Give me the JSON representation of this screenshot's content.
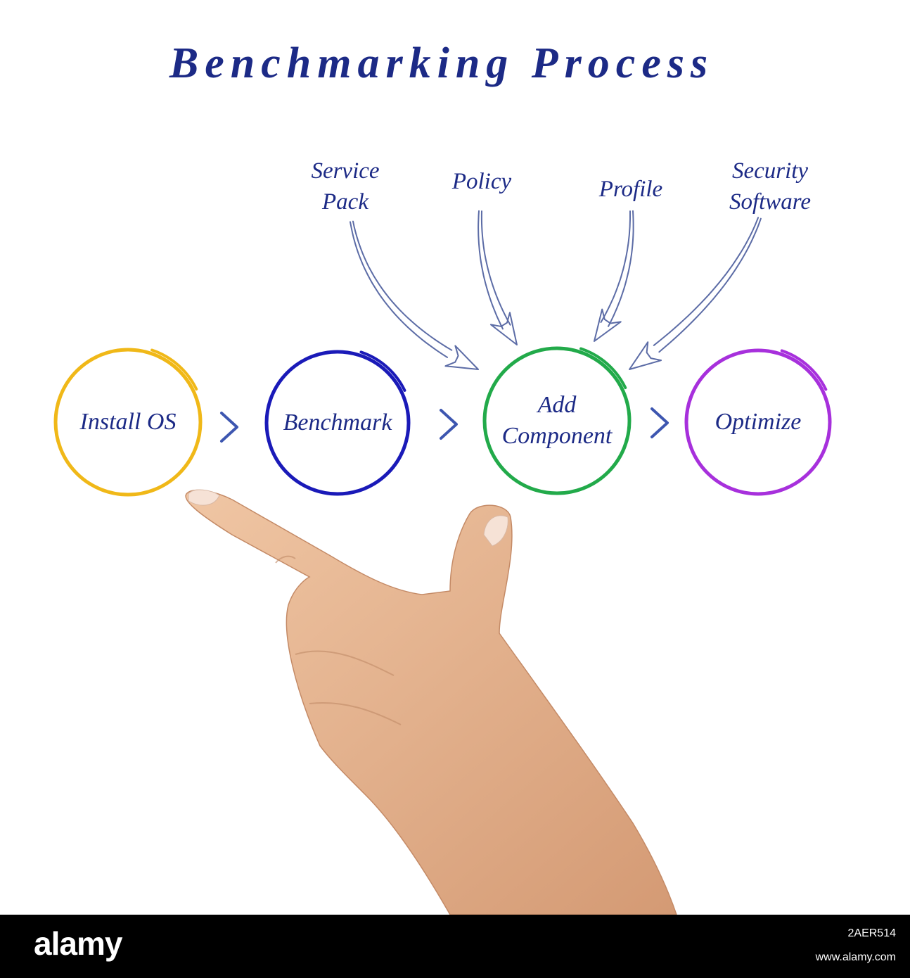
{
  "title": "Benchmarking Process",
  "colors": {
    "title": "#1c2a86",
    "label": "#1c2a86",
    "chevron": "#3d56b0",
    "arrow": "#5c6ca6",
    "skin": "#e3b08c"
  },
  "steps": [
    {
      "label_lines": [
        "Install OS"
      ],
      "color": "#f0b818"
    },
    {
      "label_lines": [
        "Benchmark"
      ],
      "color": "#1a1ab8"
    },
    {
      "label_lines": [
        "Add",
        "Component"
      ],
      "color": "#22aa4a"
    },
    {
      "label_lines": [
        "Optimize"
      ],
      "color": "#a730dc"
    }
  ],
  "inputs": [
    {
      "label_lines": [
        "Service",
        "Pack"
      ]
    },
    {
      "label_lines": [
        "Policy"
      ]
    },
    {
      "label_lines": [
        "Profile"
      ]
    },
    {
      "label_lines": [
        "Security",
        "Software"
      ]
    }
  ],
  "chevron_icon": "chevron-right-icon",
  "watermark": {
    "logo": "alamy",
    "image_id": "2AER514",
    "url": "www.alamy.com"
  }
}
